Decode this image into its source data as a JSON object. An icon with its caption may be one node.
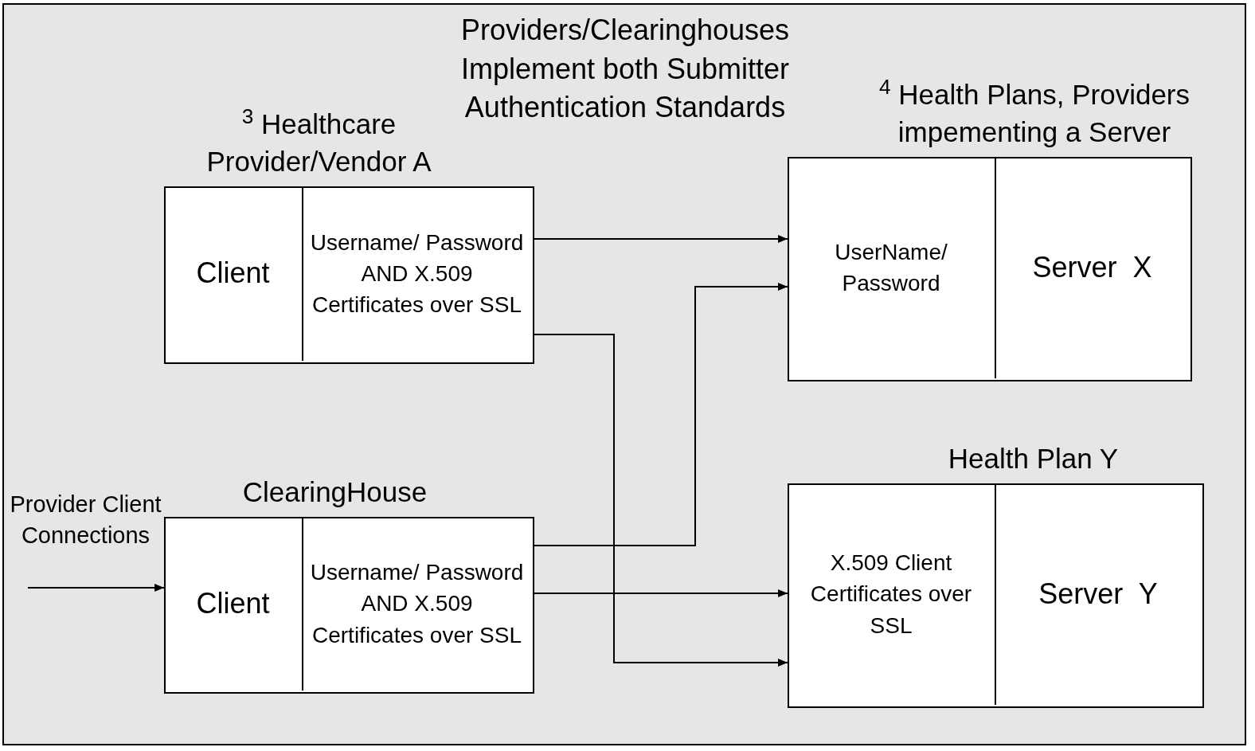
{
  "diagram": {
    "nodes": [
      {
        "text": [
          "$^{3}$ Healthcare Provider/Vendor A"
        ]
      },
      {
        "text": [
          "Client"
        ],
        "in": 0
      },
      {
        "text": [
          "Username/ Password AND X.509 Certificates over SSL"
        ],
        "in": 0
      },
      {
        "text": [
          "ClearingHouse"
        ]
      },
      {
        "text": [
          "Client"
        ],
        "in": 3
      },
      {
        "text": [
          "Username/ Password AND X.509 Certificates over SSL"
        ],
        "in": 3
      },
      {
        "text": [
          "$^{4}$ Health Plans, Providers impementing a Server"
        ]
      },
      {
        "text": [
          "UserName/ Password"
        ],
        "in": 6
      },
      {
        "text": [
          "Server  X"
        ],
        "in": 6
      },
      {
        "text": [
          "Health Plan Y"
        ]
      },
      {
        "text": [
          "X.509 Client Certificates over SSL"
        ],
        "in": 9
      },
      {
        "text": [
          "Server  Y"
        ],
        "in": 9
      }
    ],
    "edges": [
      {
        "from": 2,
        "to": 7,
        "arrow": "to"
      },
      {
        "from": 2,
        "to": 10,
        "arrow": "to"
      },
      {
        "from": 5,
        "to": 7,
        "arrow": "to"
      },
      {
        "from": 5,
        "to": 10,
        "arrow": "to"
      },
      {
        "from": null,
        "to": 3,
        "arrow": "to"
      }
    ],
    "labels": [
      "Providers/Clearinghouses Implement both Submitter Authentication Standards",
      "Provider Client Connections"
    ]
  }
}
